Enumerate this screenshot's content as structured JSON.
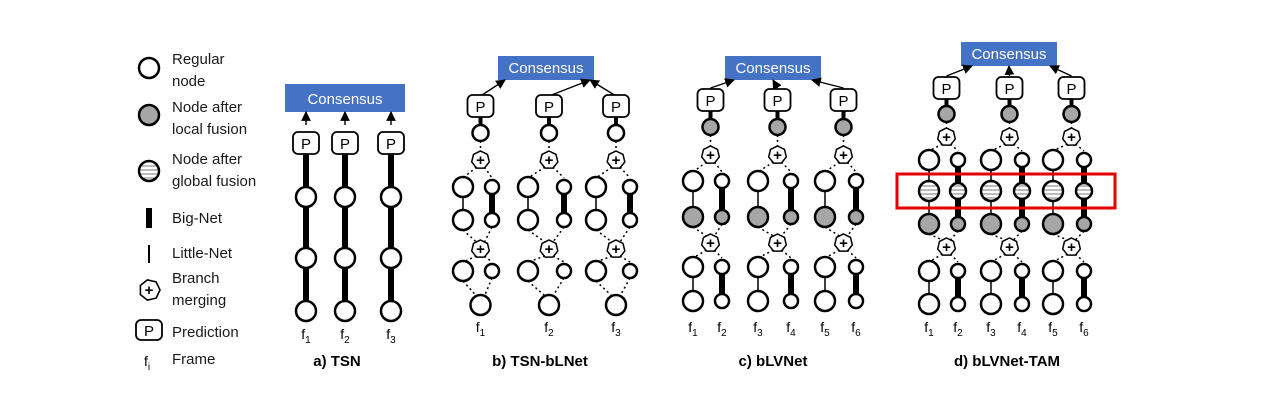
{
  "colors": {
    "consensus_fill": "#4472C4",
    "local_fusion_fill": "#A6A6A6",
    "highlight": "#E60000",
    "stroke": "#000000"
  },
  "legend": {
    "regular_node": [
      "Regular",
      "node"
    ],
    "local_fusion_node": [
      "Node after",
      "local fusion"
    ],
    "global_fusion_node": [
      "Node after",
      "global fusion"
    ],
    "big_net": "Big-Net",
    "little_net": "Little-Net",
    "branch_merging": [
      "Branch",
      "merging"
    ],
    "prediction": "Prediction",
    "frame": "Frame",
    "frame_symbol": "f",
    "frame_sub": "i"
  },
  "symbols": {
    "prediction": "P",
    "merge": "+"
  },
  "consensus_label": "Consensus",
  "panels": {
    "tsn": {
      "caption": "a) TSN",
      "frames": [
        [
          "f",
          "1"
        ],
        [
          "f",
          "2"
        ],
        [
          "f",
          "3"
        ]
      ]
    },
    "tsn_blnet": {
      "caption": "b) TSN-bLNet",
      "frames": [
        [
          "f",
          "1"
        ],
        [
          "f",
          "2"
        ],
        [
          "f",
          "3"
        ]
      ]
    },
    "blvnet": {
      "caption": "c) bLVNet",
      "frames": [
        [
          "f",
          "1"
        ],
        [
          "f",
          "2"
        ],
        [
          "f",
          "3"
        ],
        [
          "f",
          "4"
        ],
        [
          "f",
          "5"
        ],
        [
          "f",
          "6"
        ]
      ]
    },
    "blvnet_tam": {
      "caption": "d) bLVNet-TAM",
      "frames": [
        [
          "f",
          "1"
        ],
        [
          "f",
          "2"
        ],
        [
          "f",
          "3"
        ],
        [
          "f",
          "4"
        ],
        [
          "f",
          "5"
        ],
        [
          "f",
          "6"
        ]
      ]
    }
  }
}
